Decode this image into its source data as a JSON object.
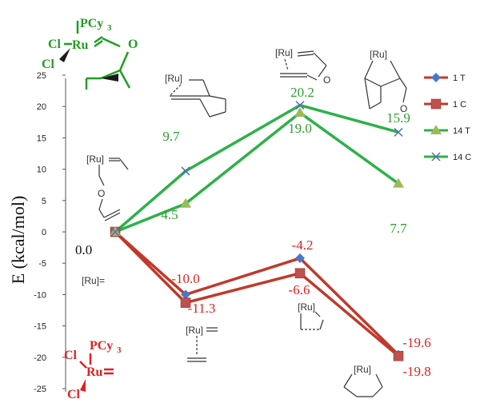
{
  "chart_data": {
    "type": "line",
    "ylabel": "E (kcal/mol)",
    "ylim": [
      -25,
      25
    ],
    "y_ticks": [
      "25",
      "20",
      "15",
      "10",
      "5",
      "0",
      "-5",
      "-10",
      "-15",
      "-20",
      "-25"
    ],
    "x": [
      0,
      1,
      2,
      3
    ],
    "series": [
      {
        "name": "1 T",
        "color": "#c0392b",
        "marker": "diamond",
        "values": [
          0.0,
          -10.0,
          -4.2,
          -19.6
        ]
      },
      {
        "name": "1 C",
        "color": "#c0504d",
        "marker": "square",
        "values": [
          0.0,
          -11.3,
          -6.6,
          -19.8
        ]
      },
      {
        "name": "14 T",
        "color": "#9bbb59",
        "marker": "triangle",
        "values": [
          0.0,
          4.5,
          19.0,
          7.7
        ]
      },
      {
        "name": "14 C",
        "color": "#4f6fb5",
        "marker": "x",
        "values": [
          0.0,
          9.7,
          20.2,
          15.9
        ]
      }
    ],
    "line_colors": {
      "red": "#c0392b",
      "green": "#2eb14a"
    },
    "value_labels": {
      "start": "0.0",
      "red": [
        "-10.0",
        "-11.3",
        "-4.2",
        "-6.6",
        "-19.6",
        "-19.8"
      ],
      "green": [
        "9.7",
        "4.5",
        "20.2",
        "19.0",
        "15.9",
        "7.7"
      ]
    },
    "label_colors": {
      "start": "#111111",
      "red": "#e02020",
      "green": "#2e9e2e"
    }
  },
  "structures": {
    "ru": "[Ru]",
    "ru_eq": "[Ru]=",
    "pcy3": "PCy",
    "pcy3_sub": "3",
    "cl": "Cl",
    "ru_bold": "Ru",
    "o": "O"
  },
  "colors": {
    "catalyst_top": "#1f9e1f",
    "catalyst_bottom": "#e02020"
  }
}
